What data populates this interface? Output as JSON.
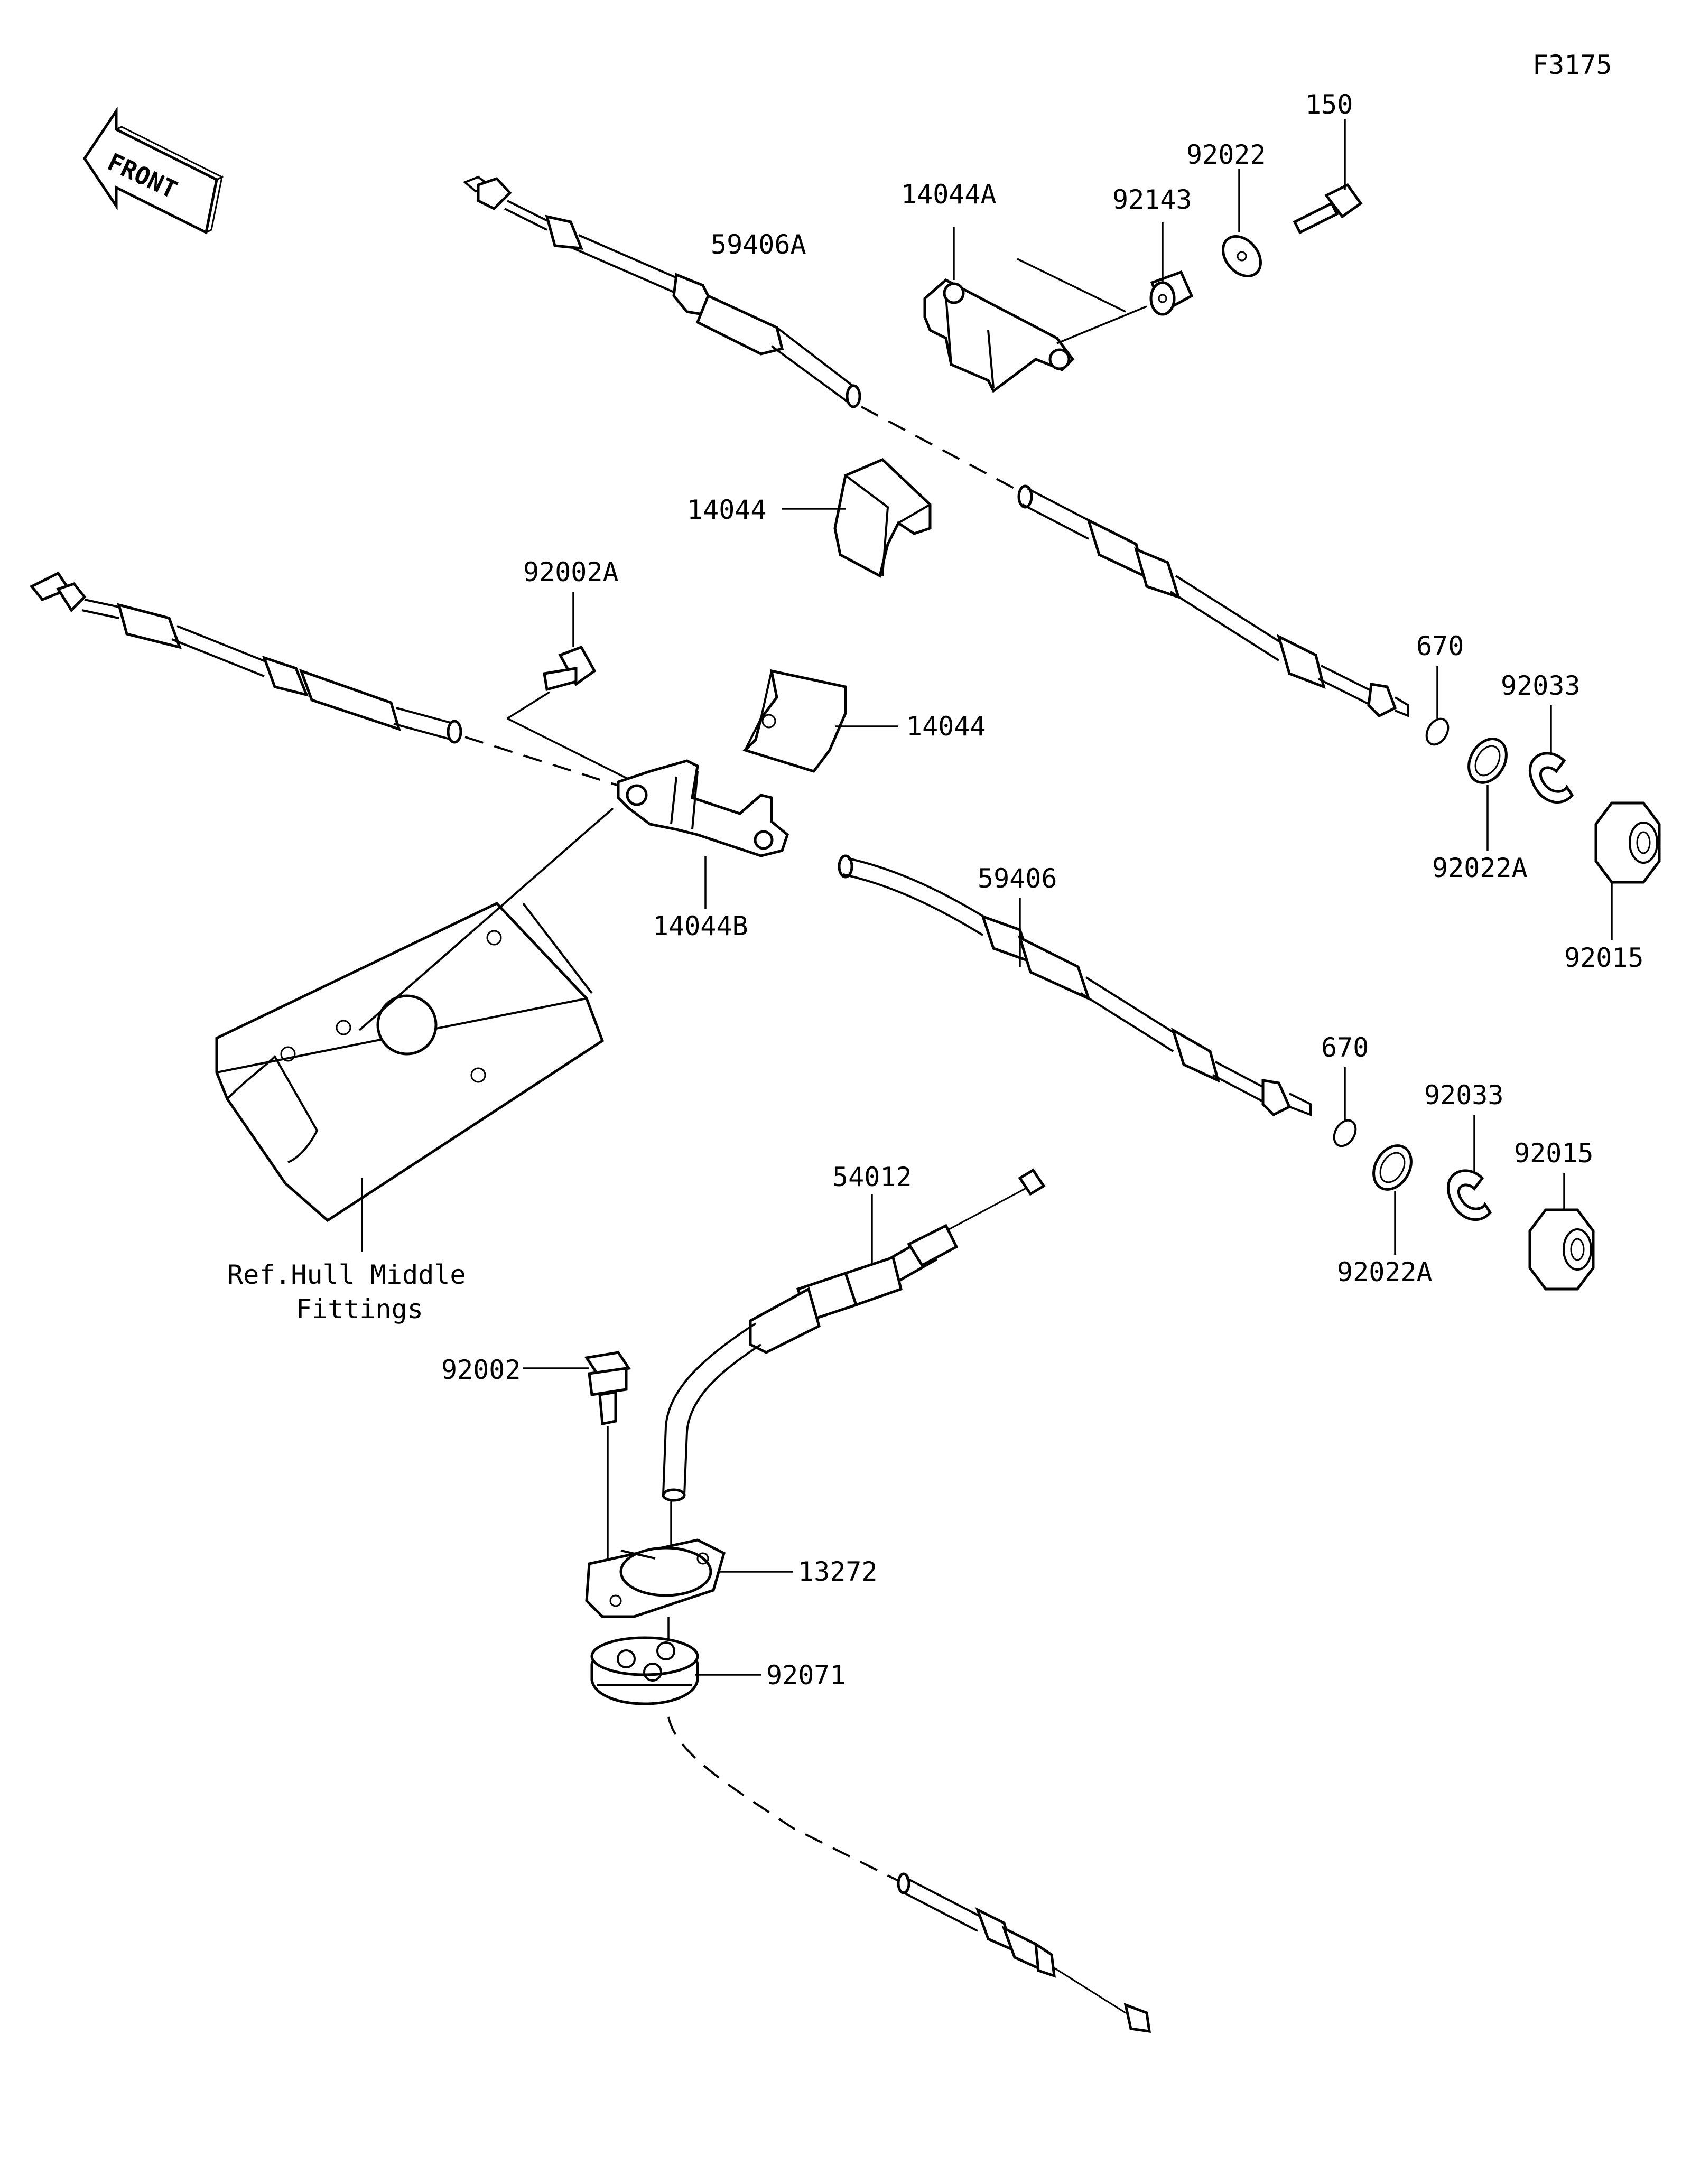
{
  "figure_code": "F3175",
  "front_label": "FRONT",
  "ref_note": {
    "line1": "Ref.Hull Middle",
    "line2": "Fittings"
  },
  "parts": {
    "p150": "150",
    "p92022": "92022",
    "p92143": "92143",
    "p14044A": "14044A",
    "p59406A": "59406A",
    "p14044_top": "14044",
    "p92002A": "92002A",
    "p14044_mid": "14044",
    "p14044B": "14044B",
    "p59406": "59406",
    "p670_a": "670",
    "p92033_a": "92033",
    "p92022A_a": "92022A",
    "p92015_a": "92015",
    "p670_b": "670",
    "p92033_b": "92033",
    "p92015_b": "92015",
    "p92022A_b": "92022A",
    "p54012": "54012",
    "p92002": "92002",
    "p13272": "13272",
    "p92071": "92071"
  }
}
